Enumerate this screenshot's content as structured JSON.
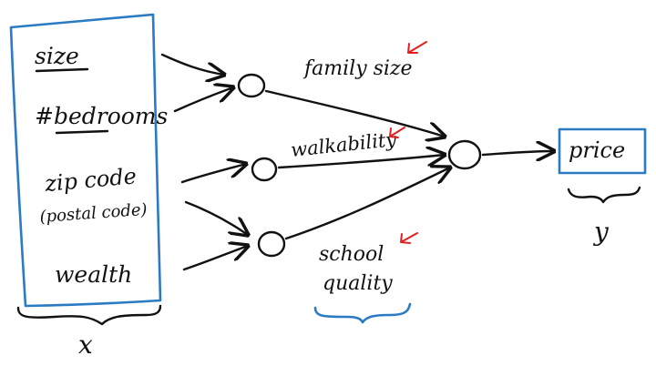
{
  "inputs": {
    "size": "size",
    "bedrooms": "#bedrooms",
    "zip_code": "zip code",
    "postal_code": "(postal code)",
    "wealth": "wealth",
    "group_label": "x"
  },
  "hidden": {
    "family_size": "family size",
    "walkability": "walkability",
    "school": "school",
    "quality": "quality"
  },
  "output": {
    "price": "price",
    "label": "y"
  },
  "colors": {
    "ink": "#111111",
    "box": "#2b7bc4",
    "highlight": "#e02020"
  }
}
